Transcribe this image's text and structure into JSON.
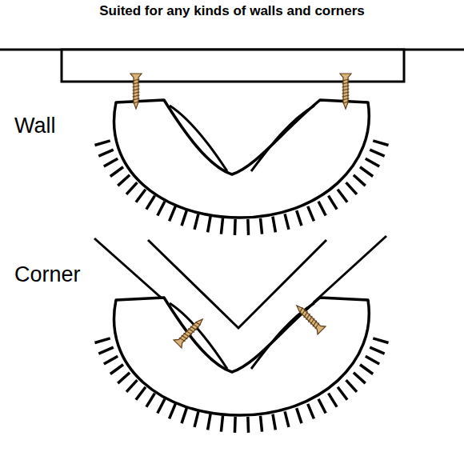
{
  "diagram": {
    "title": "Suited for any kinds of walls and corners",
    "labels": [
      "Wall",
      "Corner"
    ]
  }
}
